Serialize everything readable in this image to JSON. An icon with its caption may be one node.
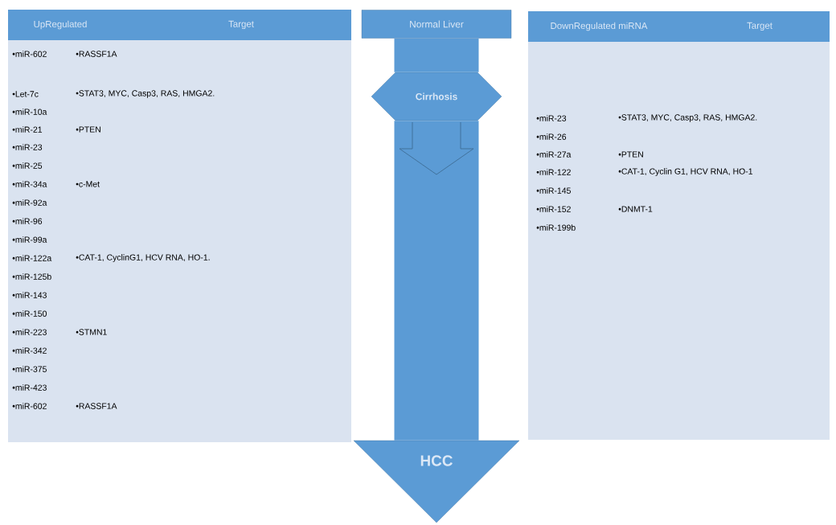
{
  "diagram": {
    "nodes": [
      {
        "text": [
          "UpRegulated",
          "Target"
        ]
      },
      {
        "text": [
          "Normal Liver"
        ]
      },
      {
        "text": [
          "Cirrhosis"
        ]
      },
      {
        "text": [
          "HCC"
        ]
      },
      {
        "text": [
          "DownRegulated miRNA",
          "Target"
        ]
      }
    ],
    "edges": [
      {
        "from": 1,
        "to": 2,
        "arrow": "none"
      },
      {
        "from": 2,
        "to": 3,
        "arrow": "none"
      }
    ],
    "labels": [
      "•miR-602",
      "•RASSF1A",
      "•Let-7c",
      "•STAT3, MYC, Casp3, RAS, HMGA2.",
      "•miR-10a",
      "•miR-21",
      "•PTEN",
      "•miR-23",
      "•miR-25",
      "•miR-34a",
      "•c-Met",
      "•miR-92a",
      "•miR-96",
      "•miR-99a",
      "•miR-122a",
      "•CAT-1, CyclinG1, HCV RNA, HO-1.",
      "•miR-125b",
      "•miR-143",
      "•miR-150",
      "•miR-223",
      "•STMN1",
      "•miR-342",
      "•miR-375",
      "•miR-423",
      "•miR-602",
      "•RASSF1A",
      "•miR-23",
      "•STAT3, MYC, Casp3, RAS, HMGA2.",
      "•miR-26",
      "•miR-27a",
      "•PTEN",
      "•miR-122",
      "•CAT-1, Cyclin G1, HCV RNA, HO-1",
      "•miR-145",
      "•miR-152",
      "•DNMT-1",
      "•miR-199b"
    ]
  }
}
